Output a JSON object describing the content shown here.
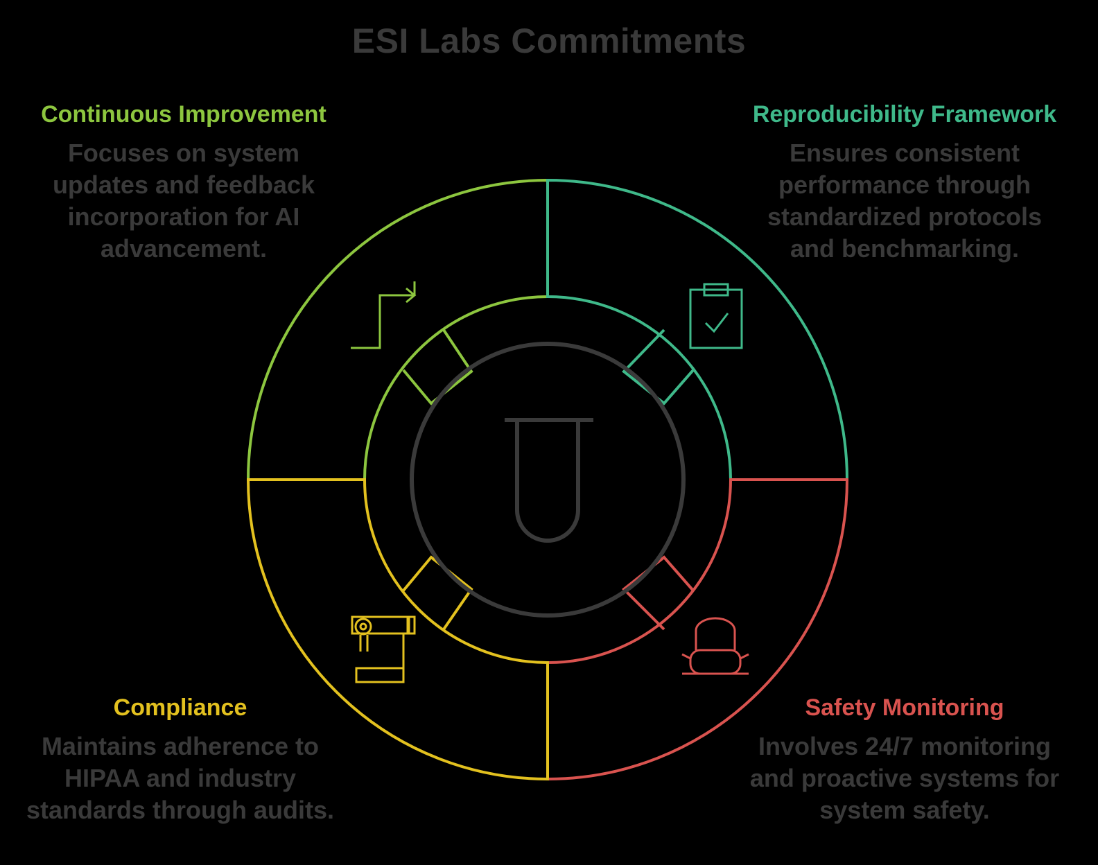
{
  "title": "ESI Labs Commitments",
  "colors": {
    "continuous": "#8dc63f",
    "reproducibility": "#3fb98a",
    "compliance": "#e3c11f",
    "safety": "#d9534f",
    "center": "#3a3a3a",
    "text": "#3a3a3a",
    "background": "#000000"
  },
  "sections": {
    "continuous": {
      "heading": "Continuous Improvement",
      "body": "Focuses on system updates and feedback incorporation for AI advancement."
    },
    "reproducibility": {
      "heading": "Reproducibility Framework",
      "body": "Ensures consistent performance through standardized protocols and benchmarking."
    },
    "compliance": {
      "heading": "Compliance",
      "body": "Maintains adherence to HIPAA and industry standards through audits."
    },
    "safety": {
      "heading": "Safety Monitoring",
      "body": "Involves 24/7 monitoring and proactive systems for system safety."
    }
  },
  "icons": {
    "center": "test-tube-icon",
    "continuous": "stairs-arrow-icon",
    "reproducibility": "clipboard-check-icon",
    "compliance": "certificate-scroll-icon",
    "safety": "safety-alarm-icon"
  }
}
